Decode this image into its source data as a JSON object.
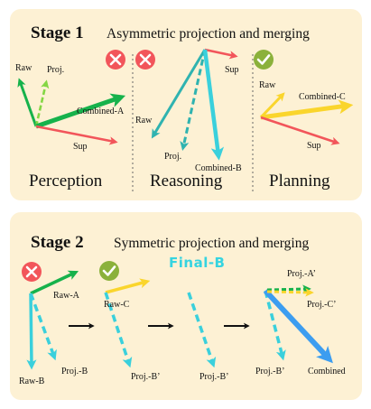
{
  "stage1": {
    "title": "Stage 1",
    "subtitle": "Asymmetric projection and merging",
    "sections": [
      "Perception",
      "Reasoning",
      "Planning"
    ],
    "perception": {
      "raw": "Raw",
      "proj": "Proj.",
      "combined": "Combined-A",
      "sup": "Sup"
    },
    "reasoning": {
      "sup": "Sup",
      "raw": "Raw",
      "proj": "Proj.",
      "combined": "Combined-B"
    },
    "planning": {
      "raw": "Raw",
      "combined": "Combined-C",
      "sup": "Sup"
    },
    "marks": [
      "cross",
      "cross",
      "check"
    ]
  },
  "stage2": {
    "title": "Stage 2",
    "subtitle": "Symmetric projection and merging",
    "labels": {
      "raw_a": "Raw-A",
      "raw_b": "Raw-B",
      "proj_b": "Proj.-B",
      "raw_c": "Raw-C",
      "proj_b_prime": "Proj.-B’",
      "final_b": "Final-B",
      "proj_b_prime_2": "Proj.-B’",
      "proj_a_prime": "Proj.-A’",
      "proj_c_prime": "Proj.-C’",
      "proj_b_prime_3": "Proj.-B’",
      "combined": "Combined"
    },
    "marks": [
      "cross",
      "check"
    ]
  },
  "colors": {
    "panel": "#fdf1d4",
    "green": "#16b24b",
    "light_green": "#84d644",
    "red": "#f2555a",
    "teal": "#2fb3b0",
    "cyan": "#3ad0dc",
    "yellow": "#fad52c",
    "blue": "#3c9df0",
    "cross": "#f2555a",
    "check": "#8bb13b"
  },
  "icons": [
    "cross-icon",
    "check-icon",
    "right-arrow-icon"
  ]
}
